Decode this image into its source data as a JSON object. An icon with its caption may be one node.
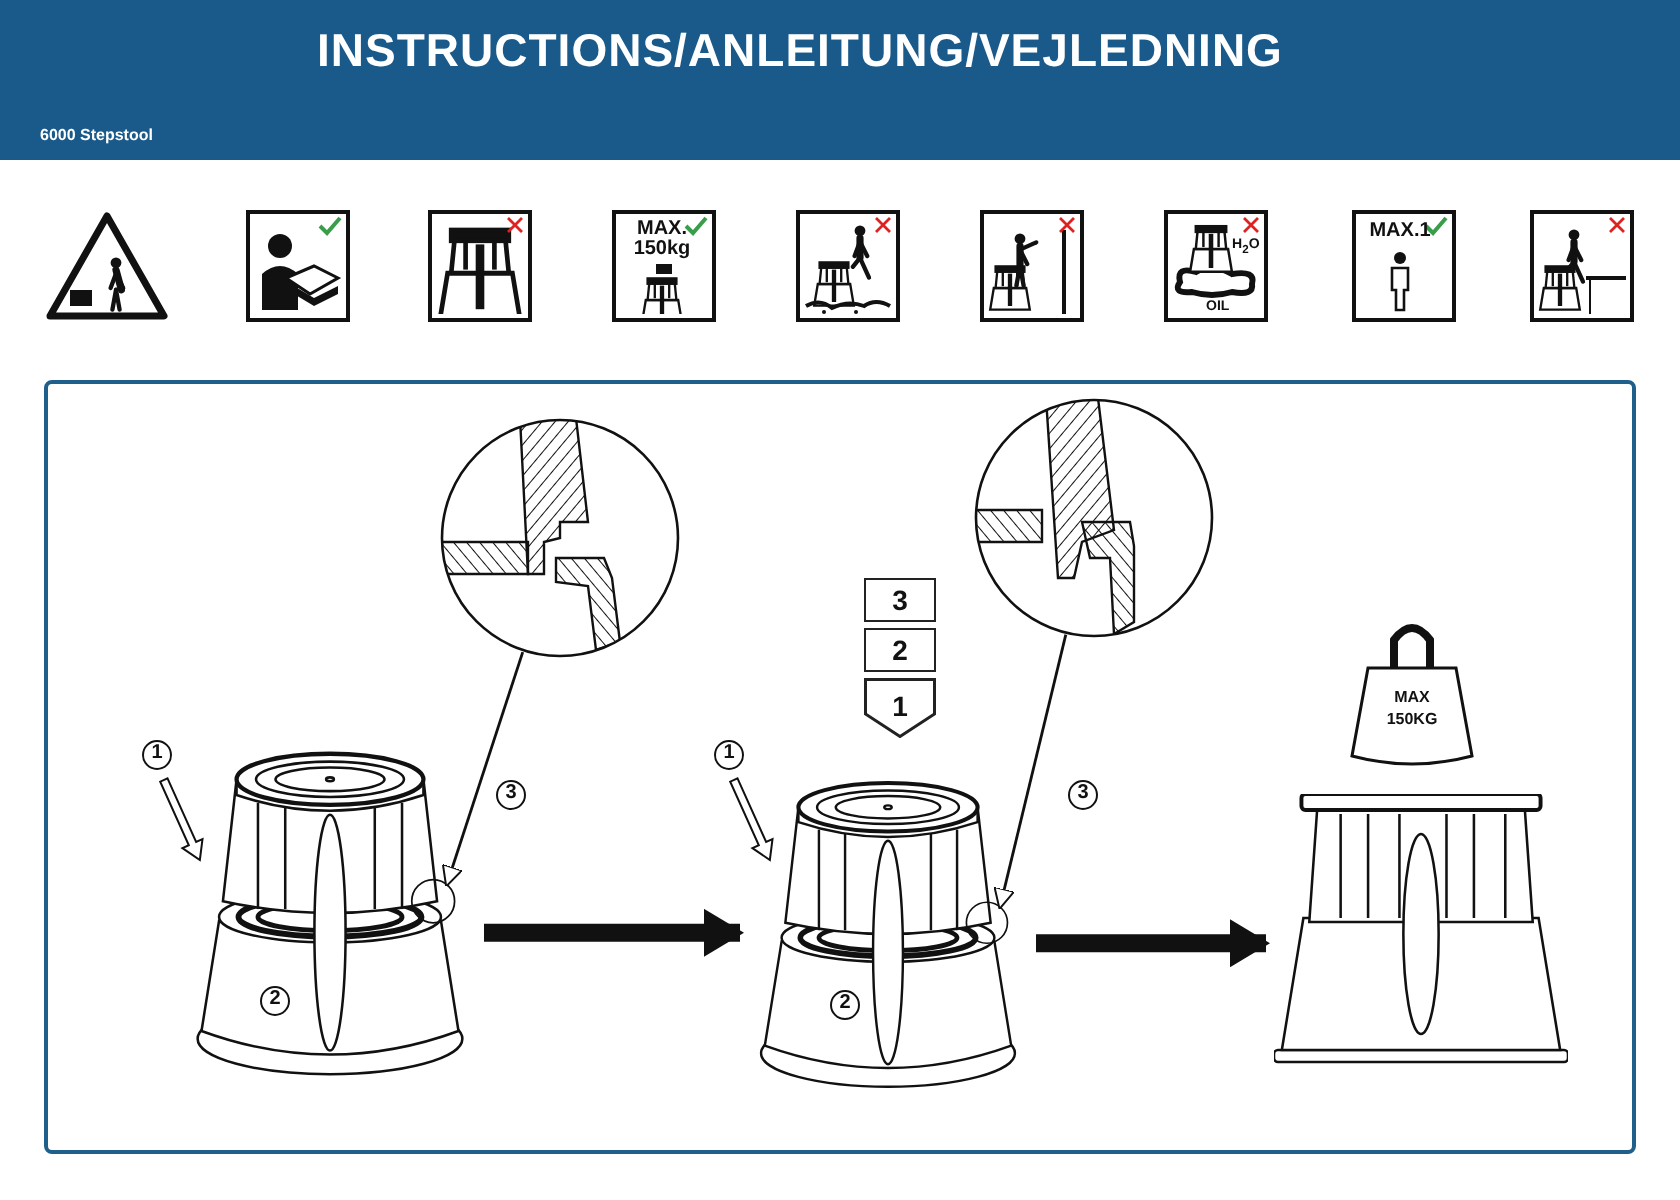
{
  "diagram": {
    "title": "INSTRUCTIONS/ANLEITUNG/VEJLEDNING",
    "nodes": [
      {
        "text": [],
        "shape": "picture"
      },
      {
        "text": [],
        "shape": "picture"
      },
      {
        "text": [],
        "shape": "picture"
      },
      {
        "text": [],
        "shape": "picture"
      },
      {
        "text": [
          "3"
        ]
      },
      {
        "text": [
          "2"
        ]
      },
      {
        "text": [
          "1"
        ]
      },
      {
        "text": [
          "MAX 150KG"
        ]
      },
      {
        "text": [],
        "shape": "picture"
      }
    ],
    "edges": [
      {
        "from": 0,
        "to": 2,
        "arrow": "to",
        "style": "thick"
      },
      {
        "from": 2,
        "to": 8,
        "arrow": "to",
        "style": "thick"
      },
      {
        "from": 1,
        "to": 0,
        "arrow": "to"
      },
      {
        "from": 3,
        "to": 2,
        "arrow": "to"
      }
    ],
    "labels": [
      "6000 Stepstool",
      "MAX. 150kg",
      "H$_{2}$O",
      "OIL",
      "MAX.1",
      "1",
      "3",
      "2",
      "1",
      "3",
      "2"
    ]
  }
}
